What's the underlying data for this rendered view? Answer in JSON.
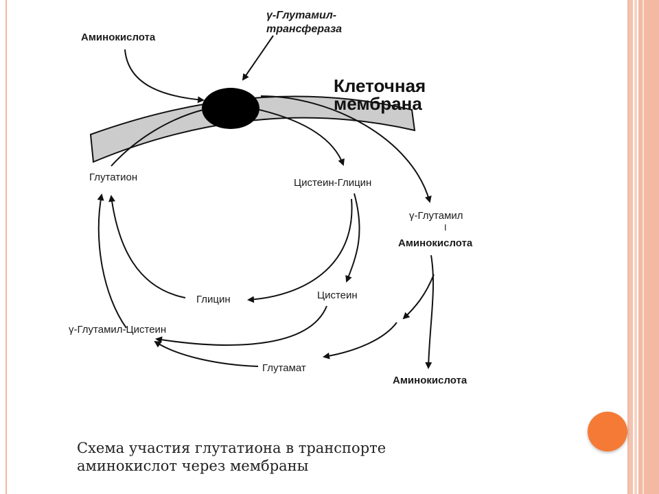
{
  "labels": {
    "amino_top": "Аминокислота",
    "enzyme_line1": "γ-Глутамил-",
    "enzyme_line2": "трансфераза",
    "membrane_line1": "Клеточная",
    "membrane_line2": "мембрана",
    "glutathione": "Глутатион",
    "cysteinylglycine": "Цистеин-Глицин",
    "gamma_glutamyl": "γ-Глутамил",
    "bar": "I",
    "amino_mid": "Аминокислота",
    "glycine": "Глицин",
    "cysteine": "Цистеин",
    "gamma_glutamylcysteine": "γ-Глутамил-Цистеин",
    "glutamate": "Глутамат",
    "amino_bottom": "Аминокислота"
  },
  "caption": {
    "line1": "Схема участия глутатиона в транспорте",
    "line2": "аминокислот через мембраны"
  },
  "colors": {
    "membrane_fill": "#cccccc",
    "enzyme_blob": "#000000",
    "accent_dot": "#f47a36",
    "frame_stripe": "#f3b9a3"
  }
}
